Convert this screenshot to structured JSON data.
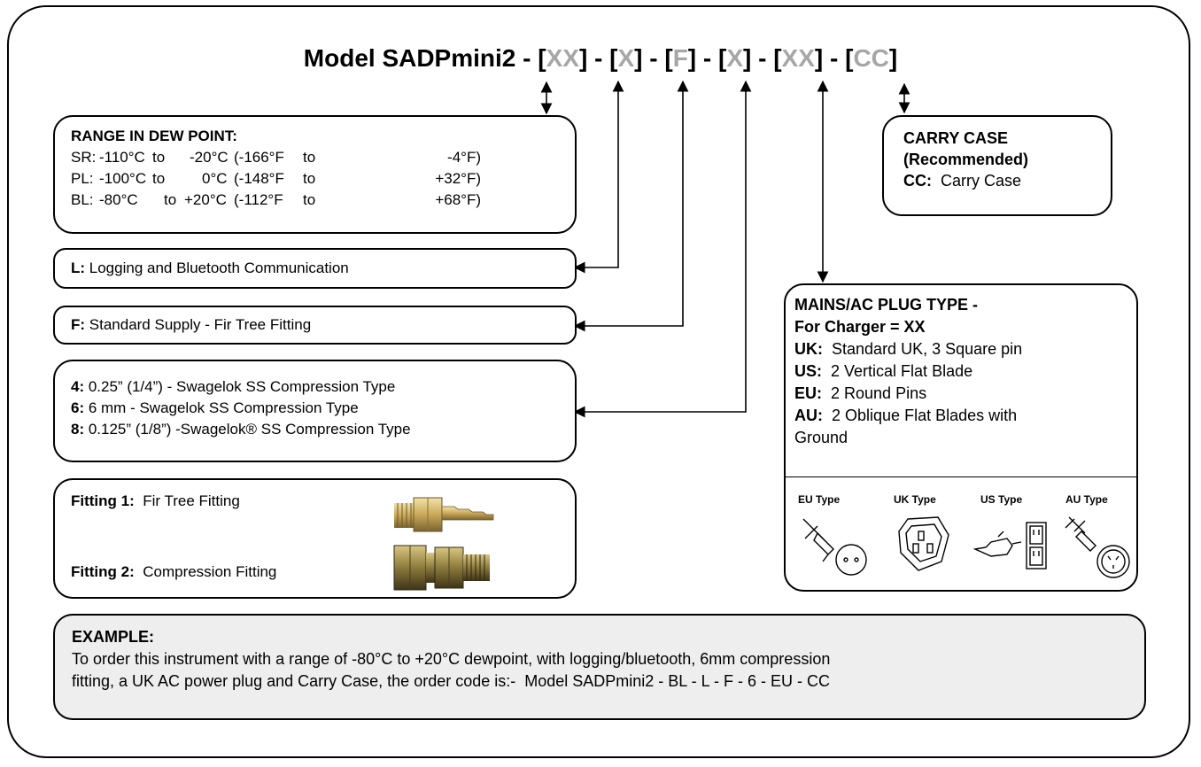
{
  "title": {
    "prefix": "Model SADPmini2 - [",
    "codes": [
      "XX",
      "X",
      "F",
      "X",
      "XX",
      "CC"
    ],
    "seps": [
      "] - [",
      "] - [",
      "] - [",
      "] - [",
      "] - [",
      "]"
    ]
  },
  "range_box": {
    "heading": "RANGE IN DEW POINT:",
    "rows": [
      {
        "code": "SR:",
        "c1": "-110°C",
        "to1": "to",
        "c2": "-20°C",
        "f1": "(-166°F",
        "to2": "to",
        "f2": "-4°F)"
      },
      {
        "code": "PL:",
        "c1": "-100°C",
        "to1": "to",
        "c2": "0°C",
        "f1": "(-148°F",
        "to2": "to",
        "f2": "+32°F)"
      },
      {
        "code": "BL:",
        "c1": "-80°C",
        "to1": "to",
        "c2": "+20°C",
        "f1": "(-112°F",
        "to2": "to",
        "f2": "+68°F)"
      }
    ]
  },
  "logging_box": {
    "code": "L:",
    "text": " Logging and Bluetooth Communication"
  },
  "fitting_box": {
    "code": "F:",
    "text": " Standard Supply - Fir Tree Fitting"
  },
  "compression_box": {
    "items": [
      {
        "code": "4:",
        "text": " 0.25” (1/4”) - Swagelok SS Compression Type"
      },
      {
        "code": "6:",
        "text": " 6 mm - Swagelok SS Compression Type"
      },
      {
        "code": "8:",
        "text": " 0.125” (1/8”) -Swagelok® SS Compression Type"
      }
    ]
  },
  "fittings_images_box": {
    "fitting1_label": "Fitting 1:",
    "fitting1_text": "Fir Tree Fitting",
    "fitting2_label": "Fitting 2:",
    "fitting2_text": "Compression Fitting"
  },
  "carry_case_box": {
    "heading1": "CARRY CASE",
    "heading2": "(Recommended)",
    "code": "CC:",
    "text": "Carry Case"
  },
  "plug_box": {
    "heading1": "MAINS/AC PLUG TYPE -",
    "heading2": "For Charger = XX",
    "items": [
      {
        "code": "UK:",
        "text": "Standard UK, 3 Square pin"
      },
      {
        "code": "US:",
        "text": "2 Vertical Flat Blade"
      },
      {
        "code": "EU:",
        "text": "2 Round Pins"
      },
      {
        "code": "AU:",
        "text": "2 Oblique Flat Blades with"
      }
    ],
    "wrap_text": "Ground",
    "plug_captions": [
      "EU Type",
      "UK Type",
      "US Type",
      "AU Type"
    ]
  },
  "example_box": {
    "heading": "EXAMPLE:",
    "line1": "To order this instrument with a range of -80°C to +20°C dewpoint, with logging/bluetooth, 6mm compression",
    "line2": "fitting, a UK AC power plug and Carry Case, the order code is:-  Model SADPmini2 - BL - L - F - 6 - EU - CC"
  },
  "colors": {
    "placeholder_gray": "#a6a6a6",
    "example_bg": "#eeeeee",
    "border": "#000000"
  }
}
